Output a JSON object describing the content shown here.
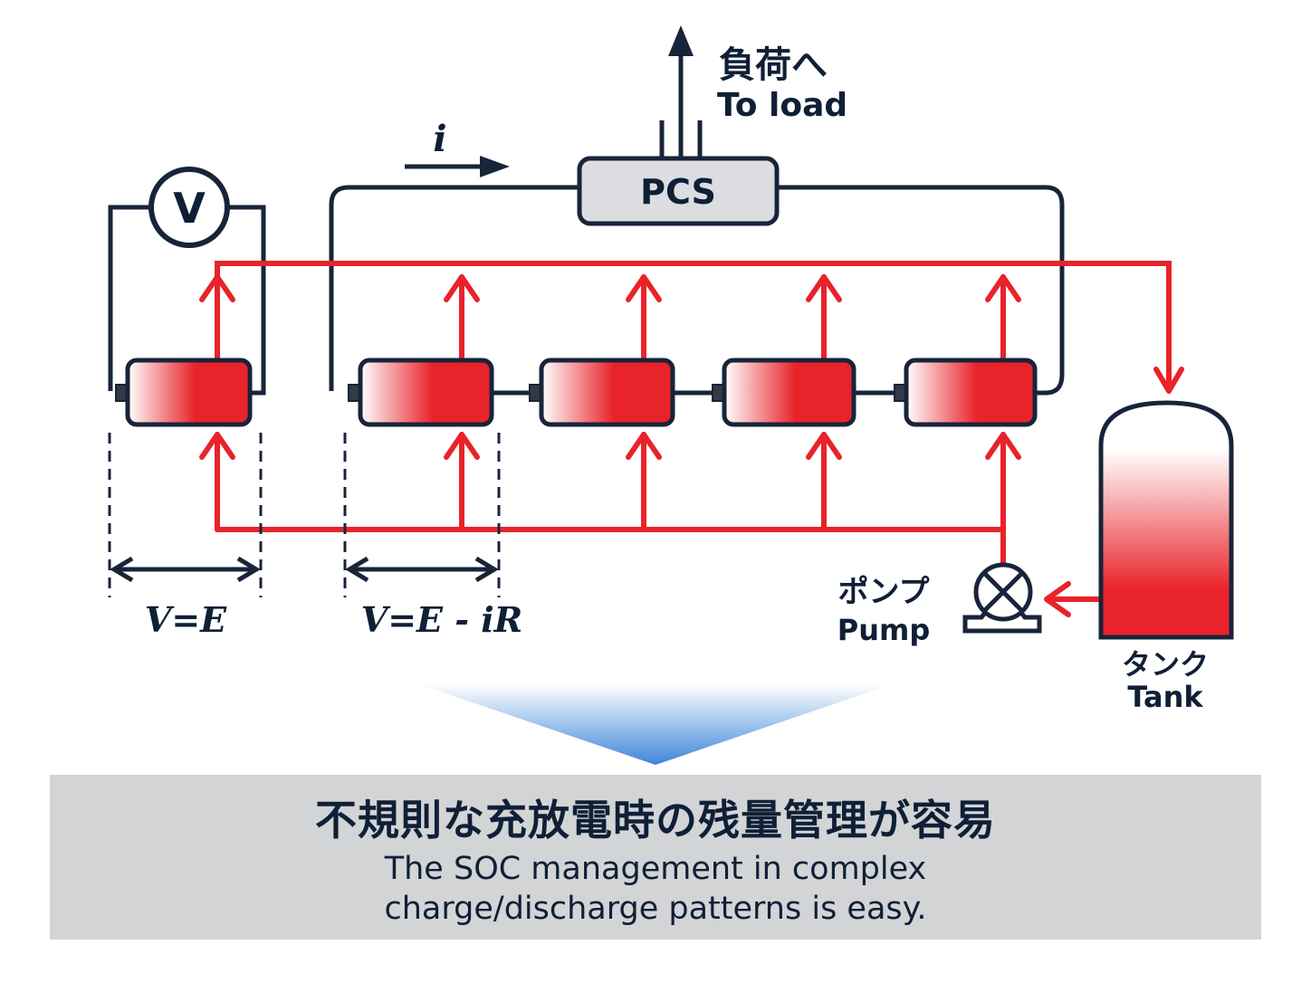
{
  "load": {
    "jp": "負荷へ",
    "en": "To load"
  },
  "current_label": "i",
  "pcs_label": "PCS",
  "voltmeter_label": "V",
  "voltage_monitor_label": "V=E",
  "voltage_stack_label": "V=E - iR",
  "pump": {
    "jp": "ポンプ",
    "en": "Pump"
  },
  "tank": {
    "jp": "タンク",
    "en": "Tank"
  },
  "banner": {
    "jp": "不規則な充放電時の残量管理が容易",
    "en_line1": "The SOC management in complex",
    "en_line2": "charge/discharge patterns is easy."
  },
  "colors": {
    "electrolyte": "#e8232a",
    "wire": "#17243a",
    "pcs_fill": "#dcdde0",
    "banner": "#d3d4d6",
    "arrow_blue": "#4a8fdc"
  }
}
